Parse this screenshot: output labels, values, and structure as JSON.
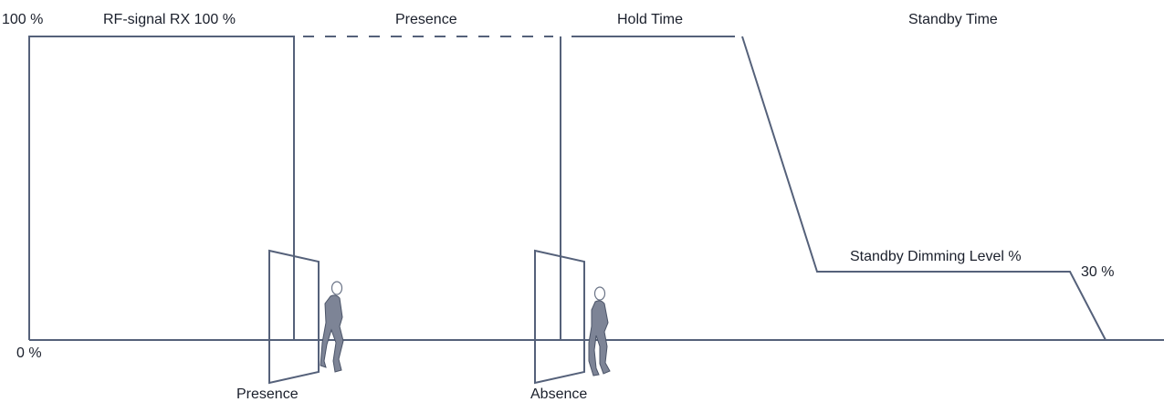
{
  "labels": {
    "level_100": "100 %",
    "level_0": "0 %",
    "rf_signal": "RF-signal RX 100 %",
    "presence_top": "Presence",
    "hold_time": "Hold Time",
    "standby_time": "Standby Time",
    "standby_dimming": "Standby Dimming Level %",
    "level_30": "30 %",
    "presence_bottom": "Presence",
    "absence_bottom": "Absence"
  },
  "colors": {
    "line": "#55617a",
    "text": "#1a1f2b",
    "person": "#7d8496"
  },
  "icons": [
    "door-presence-icon",
    "person-presence-icon",
    "door-absence-icon",
    "person-absence-icon"
  ]
}
